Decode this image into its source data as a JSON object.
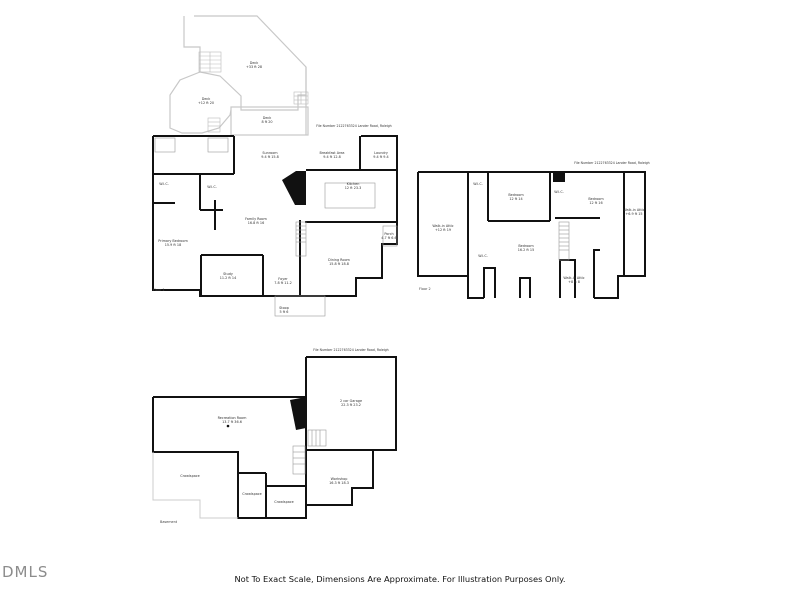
{
  "footer": {
    "disclaimer": "Not To Exact Scale, Dimensions Are Approximate. For Illustration Purposes Only."
  },
  "logo": {
    "text": "DMLS"
  },
  "file_info": {
    "line1": "File Number 212276",
    "line2": "3324 Lander Road, Raleigh"
  },
  "floors": {
    "floor1": {
      "label": "Floor 1",
      "rooms": [
        {
          "name": "Deck",
          "dims": "+33 ft 28"
        },
        {
          "name": "Deck",
          "dims": "+12 ft 20"
        },
        {
          "name": "Deck",
          "dims": "8 ft 20"
        },
        {
          "name": "Sunroom",
          "dims": "9.4 ft 15.8"
        },
        {
          "name": "Breakfast Area",
          "dims": "9.4 ft 12.8"
        },
        {
          "name": "Laundry",
          "dims": "9.4 ft 9.4"
        },
        {
          "name": "Kitchen",
          "dims": "12 ft 23.3"
        },
        {
          "name": "W.I.C.",
          "dims": ""
        },
        {
          "name": "W.I.C.",
          "dims": ""
        },
        {
          "name": "Family Room",
          "dims": "16.8 ft 16"
        },
        {
          "name": "Primary Bedroom",
          "dims": "15.9 ft 18"
        },
        {
          "name": "Study",
          "dims": "11.2 ft 14"
        },
        {
          "name": "Foyer",
          "dims": "7.8 ft 11.2"
        },
        {
          "name": "Dining Room",
          "dims": "15.8 ft 18.8"
        },
        {
          "name": "Porch",
          "dims": "4.7 ft 6.6"
        },
        {
          "name": "Stoop",
          "dims": "5 ft 6"
        }
      ]
    },
    "floor2": {
      "label": "Floor 2",
      "rooms": [
        {
          "name": "Walk-in Attic",
          "dims": "+12 ft 19"
        },
        {
          "name": "W.I.C.",
          "dims": ""
        },
        {
          "name": "Bedroom",
          "dims": "12 ft 14"
        },
        {
          "name": "W.I.C.",
          "dims": ""
        },
        {
          "name": "Bedroom",
          "dims": "12 ft 16"
        },
        {
          "name": "Walk-in Attic",
          "dims": "+6.9 ft 15"
        },
        {
          "name": "Bedroom",
          "dims": "16.2 ft 15"
        },
        {
          "name": "W.I.C.",
          "dims": ""
        },
        {
          "name": "Walk-in Attic",
          "dims": "+8 ft 8"
        }
      ]
    },
    "basement": {
      "label": "Basement",
      "rooms": [
        {
          "name": "Recreation Room",
          "dims": "13.7 ft 36.6"
        },
        {
          "name": "2 car Garage",
          "dims": "22.3 ft 23.2"
        },
        {
          "name": "Workshop",
          "dims": "16.3 ft 18.3"
        },
        {
          "name": "Crawlspace",
          "dims": ""
        },
        {
          "name": "Crawlspace",
          "dims": ""
        },
        {
          "name": "Crawlspace",
          "dims": ""
        }
      ]
    }
  }
}
